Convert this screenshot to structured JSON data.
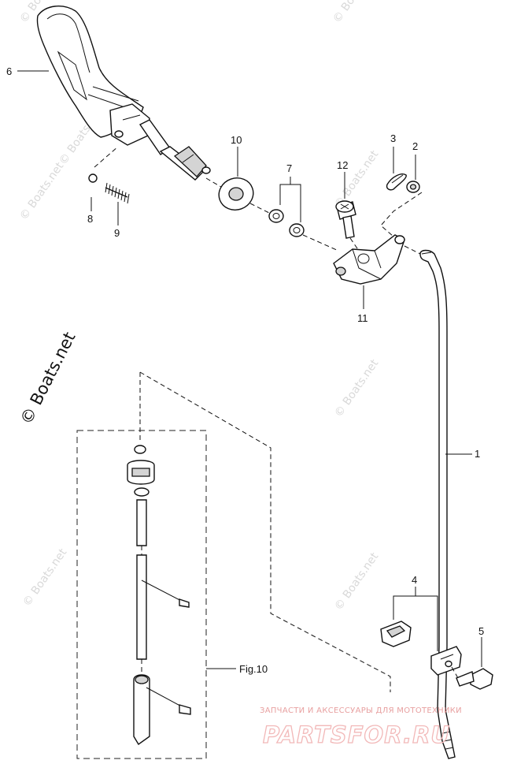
{
  "callouts": {
    "c1": "1",
    "c2": "2",
    "c3": "3",
    "c4": "4",
    "c5": "5",
    "c6": "6",
    "c7": "7",
    "c8": "8",
    "c9": "9",
    "c10": "10",
    "c11": "11",
    "c12": "12"
  },
  "figure_ref": "Fig.10",
  "watermark": {
    "main": "© Boats.net",
    "tile": "© Boats.net"
  },
  "banner": {
    "tagline": "ЗАПЧАСТИ И АКСЕССУАРЫ ДЛЯ МОТОТЕХНИКИ",
    "brand": "PARTSFOR.RU"
  }
}
